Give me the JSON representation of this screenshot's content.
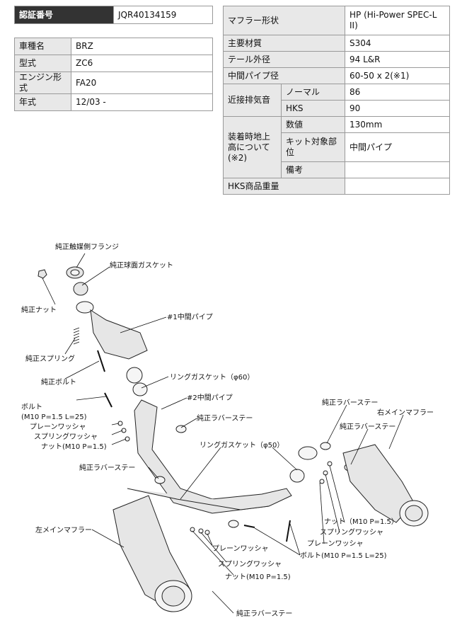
{
  "cert": {
    "label": "認証番号",
    "value": "JQR40134159"
  },
  "car": [
    {
      "label": "車種名",
      "value": "BRZ"
    },
    {
      "label": "型式",
      "value": "ZC6"
    },
    {
      "label": "エンジン形式",
      "value": "FA20"
    },
    {
      "label": "年式",
      "value": "12/03 -"
    }
  ],
  "spec": {
    "muffler_type": {
      "label": "マフラー形状",
      "value": "HP (Hi-Power SPEC-L II)"
    },
    "material": {
      "label": "主要材質",
      "value": "S304"
    },
    "tail_dia": {
      "label": "テール外径",
      "value": "94 L&R"
    },
    "mid_pipe": {
      "label": "中間パイプ径",
      "value": "60-50 x 2(※1)"
    },
    "noise": {
      "label": "近接排気音",
      "normal_label": "ノーマル",
      "normal_value": "86",
      "hks_label": "HKS",
      "hks_value": "90"
    },
    "clearance": {
      "label": "装着時地上高について(※2)",
      "value_label": "数値",
      "value": "130mm",
      "kit_label": "キット対象部位",
      "kit_value": "中間パイプ",
      "note_label": "備考",
      "note_value": ""
    },
    "weight": {
      "label": "HKS商品重量",
      "value": ""
    }
  },
  "diagram": {
    "labels": {
      "flange": "純正触媒側フランジ",
      "ball_gasket": "純正球面ガスケット",
      "nut": "純正ナット",
      "mid_pipe1": "#1中間パイプ",
      "spring": "純正スプリング",
      "bolt": "純正ボルト",
      "ring_gasket60": "リングガスケット（φ60）",
      "bolt_spec": "ボルト",
      "bolt_spec2": "(M10 P=1.5 L=25)",
      "plain_washer_l": "プレーンワッシャ",
      "spring_washer_l": "スプリングワッシャ",
      "nut_l": "ナット(M10 P=1.5)",
      "mid_pipe2": "#2中間パイプ",
      "rubber_stay_1": "純正ラバーステー",
      "ring_gasket50": "リングガスケット（φ50）",
      "rubber_stay_2": "純正ラバーステー",
      "left_muffler": "左メインマフラー",
      "rubber_stay_3": "純正ラバーステー",
      "right_muffler": "右メインマフラー",
      "rubber_stay_4": "純正ラバーステー",
      "nut_r": "ナット（M10 P=1.5）",
      "spring_washer_r": "スプリングワッシャ",
      "plain_washer_r": "プレーンワッシャ",
      "bolt_r": "ボルト(M10 P=1.5 L=25)",
      "plain_washer_b": "プレーンワッシャ",
      "spring_washer_b": "スプリングワッシャ",
      "nut_b": "ナット(M10 P=1.5)",
      "rubber_stay_5": "純正ラバーステー"
    }
  }
}
